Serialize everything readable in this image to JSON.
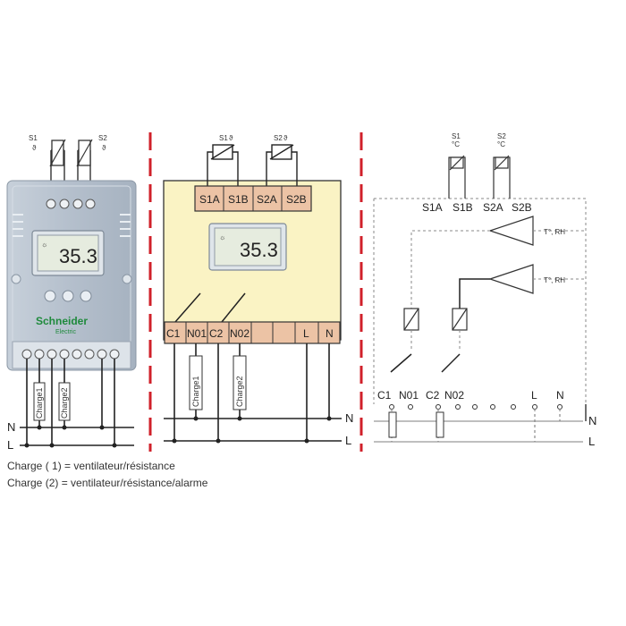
{
  "front_view": {
    "sensor_labels": [
      "S1",
      "S2"
    ],
    "display_value": "35.3",
    "brand_name": "Schneider",
    "brand_sub": "Electric",
    "charge_labels": [
      "Charge1",
      "Charge2"
    ],
    "line_labels": [
      "N",
      "L"
    ]
  },
  "wiring_view": {
    "sensor_labels": [
      "S1",
      "S2"
    ],
    "top_terminals": [
      "S1A",
      "S1B",
      "S2A",
      "S2B"
    ],
    "display_value": "35.3",
    "bottom_terminals": [
      "C1",
      "N01",
      "C2",
      "N02",
      "",
      "",
      "L",
      "N"
    ],
    "charge_labels": [
      "Charge1",
      "Charge2"
    ],
    "line_labels": [
      "N",
      "L"
    ]
  },
  "schematic": {
    "sensor_labels": [
      "S1",
      "S2"
    ],
    "sensor_units": [
      "°C",
      "°C"
    ],
    "top_terminals": [
      "S1A",
      "S1B",
      "S2A",
      "S2B"
    ],
    "amp_labels": [
      "T°, RH",
      "T°, RH"
    ],
    "bottom_terminals": [
      "C1",
      "N01",
      "C2",
      "N02",
      "L",
      "N"
    ],
    "line_labels": [
      "N",
      "L"
    ]
  },
  "notes": [
    "Charge ( 1) = ventilateur/résistance",
    "Charge (2) = ventilateur/résistance/alarme"
  ],
  "colors": {
    "divider": "#d0202a",
    "module_tint": "#faf3c4",
    "terminal_fill": "#ecc3a5",
    "device_body": "#b9c3cf",
    "display_bg": "#e6ecdf",
    "brand": "#1f8a3c"
  }
}
